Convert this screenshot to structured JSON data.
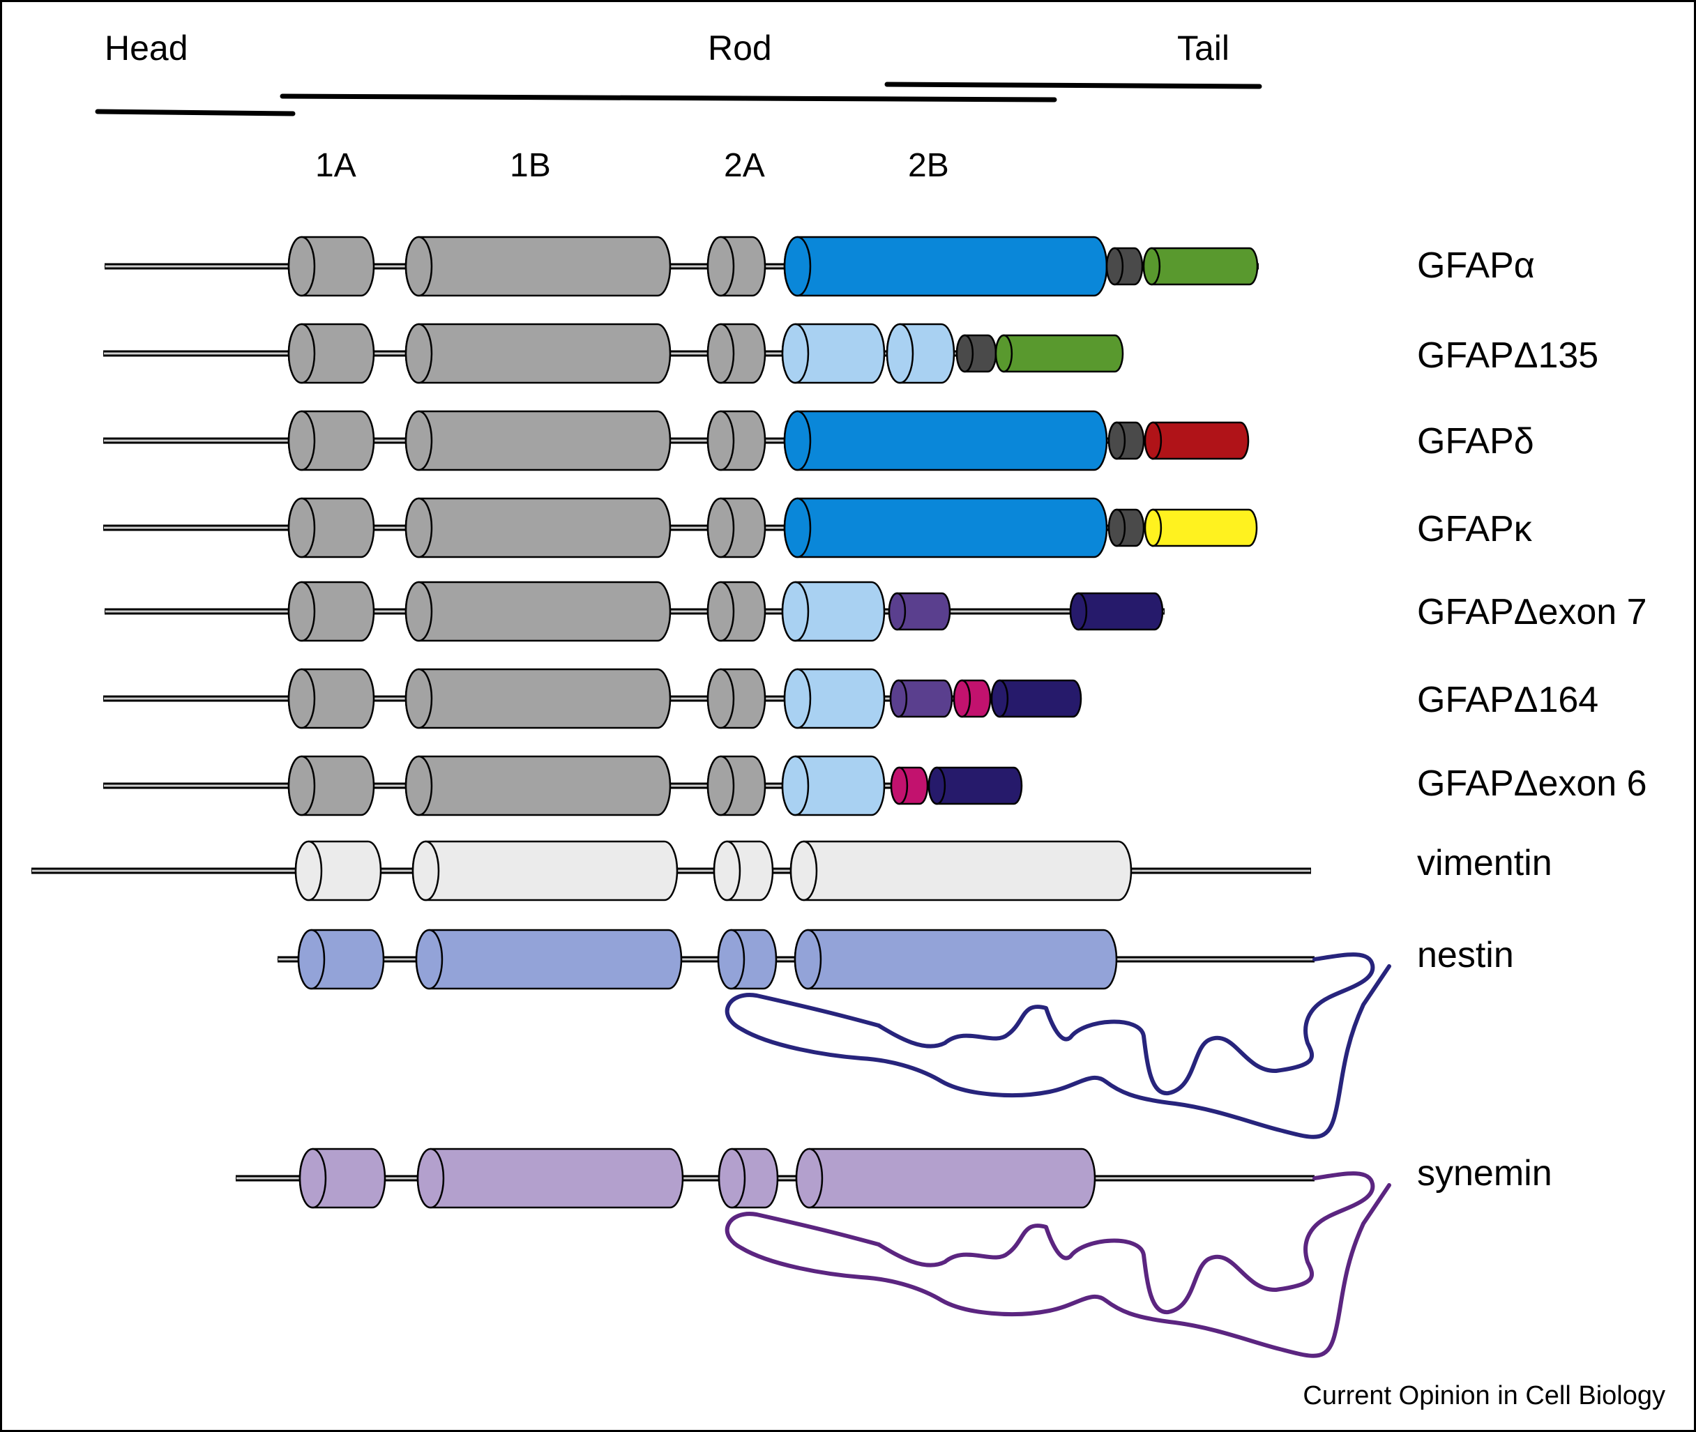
{
  "regions": {
    "head": "Head",
    "rod": "Rod",
    "tail": "Tail"
  },
  "segments": {
    "s1A": "1A",
    "s1B": "1B",
    "s2A": "2A",
    "s2B": "2B"
  },
  "proteins": [
    {
      "name": "GFAPα",
      "parts": [
        {
          "kind": "rod",
          "color": "#a3a3a3"
        },
        {
          "kind": "rod",
          "color": "#a3a3a3"
        },
        {
          "kind": "rod",
          "color": "#a3a3a3"
        },
        {
          "kind": "rod",
          "color": "#0a87d9"
        },
        {
          "kind": "tail",
          "color": "#4a4a4a"
        },
        {
          "kind": "tail",
          "color": "#59992e"
        }
      ]
    },
    {
      "name": "GFAPΔ135",
      "parts": [
        {
          "kind": "rod",
          "color": "#a3a3a3"
        },
        {
          "kind": "rod",
          "color": "#a3a3a3"
        },
        {
          "kind": "rod",
          "color": "#a3a3a3"
        },
        {
          "kind": "rod",
          "color": "#a9d1f2"
        },
        {
          "kind": "rod",
          "color": "#a9d1f2"
        },
        {
          "kind": "tail",
          "color": "#4a4a4a"
        },
        {
          "kind": "tail",
          "color": "#59992e"
        }
      ]
    },
    {
      "name": "GFAPδ",
      "parts": [
        {
          "kind": "rod",
          "color": "#a3a3a3"
        },
        {
          "kind": "rod",
          "color": "#a3a3a3"
        },
        {
          "kind": "rod",
          "color": "#a3a3a3"
        },
        {
          "kind": "rod",
          "color": "#0a87d9"
        },
        {
          "kind": "tail",
          "color": "#4a4a4a"
        },
        {
          "kind": "tail",
          "color": "#b01318"
        }
      ]
    },
    {
      "name": "GFAPκ",
      "parts": [
        {
          "kind": "rod",
          "color": "#a3a3a3"
        },
        {
          "kind": "rod",
          "color": "#a3a3a3"
        },
        {
          "kind": "rod",
          "color": "#a3a3a3"
        },
        {
          "kind": "rod",
          "color": "#0a87d9"
        },
        {
          "kind": "tail",
          "color": "#4a4a4a"
        },
        {
          "kind": "tail",
          "color": "#fff21f"
        }
      ]
    },
    {
      "name": "GFAPΔexon 7",
      "parts": [
        {
          "kind": "rod",
          "color": "#a3a3a3"
        },
        {
          "kind": "rod",
          "color": "#a3a3a3"
        },
        {
          "kind": "rod",
          "color": "#a3a3a3"
        },
        {
          "kind": "rod",
          "color": "#a9d1f2"
        },
        {
          "kind": "tail",
          "color": "#5a3f8e"
        },
        {
          "kind": "tail",
          "color": "#261a6b"
        }
      ]
    },
    {
      "name": "GFAPΔ164",
      "parts": [
        {
          "kind": "rod",
          "color": "#a3a3a3"
        },
        {
          "kind": "rod",
          "color": "#a3a3a3"
        },
        {
          "kind": "rod",
          "color": "#a3a3a3"
        },
        {
          "kind": "rod",
          "color": "#a9d1f2"
        },
        {
          "kind": "tail",
          "color": "#5a3f8e"
        },
        {
          "kind": "tail",
          "color": "#c2126e"
        },
        {
          "kind": "tail",
          "color": "#261a6b"
        }
      ]
    },
    {
      "name": "GFAPΔexon 6",
      "parts": [
        {
          "kind": "rod",
          "color": "#a3a3a3"
        },
        {
          "kind": "rod",
          "color": "#a3a3a3"
        },
        {
          "kind": "rod",
          "color": "#a3a3a3"
        },
        {
          "kind": "rod",
          "color": "#a9d1f2"
        },
        {
          "kind": "tail",
          "color": "#c2126e"
        },
        {
          "kind": "tail",
          "color": "#261a6b"
        }
      ]
    },
    {
      "name": "vimentin",
      "parts": [
        {
          "kind": "rod",
          "color": "#ebebeb"
        },
        {
          "kind": "rod",
          "color": "#ebebeb"
        },
        {
          "kind": "rod",
          "color": "#ebebeb"
        },
        {
          "kind": "rod",
          "color": "#ebebeb"
        }
      ]
    },
    {
      "name": "nestin",
      "tail_color": "#27247c",
      "parts": [
        {
          "kind": "rod",
          "color": "#93a3d8"
        },
        {
          "kind": "rod",
          "color": "#93a3d8"
        },
        {
          "kind": "rod",
          "color": "#93a3d8"
        },
        {
          "kind": "rod",
          "color": "#93a3d8"
        }
      ]
    },
    {
      "name": "synemin",
      "tail_color": "#5b2580",
      "parts": [
        {
          "kind": "rod",
          "color": "#b3a0cd"
        },
        {
          "kind": "rod",
          "color": "#b3a0cd"
        },
        {
          "kind": "rod",
          "color": "#b3a0cd"
        },
        {
          "kind": "rod",
          "color": "#b3a0cd"
        }
      ]
    }
  ],
  "credit": "Current Opinion in Cell Biology"
}
